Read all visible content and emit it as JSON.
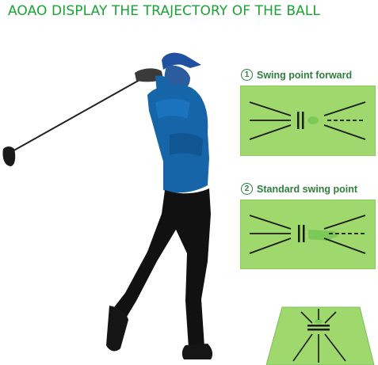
{
  "header": {
    "title": "AOAO DISPLAY THE TRAJECTORY OF THE BALL"
  },
  "panels": [
    {
      "number": "1",
      "label": "Swing point forward"
    },
    {
      "number": "2",
      "label": "Standard swing point"
    }
  ],
  "colors": {
    "title": "#19a334",
    "label": "#2e7f3c",
    "mat": "#9fd86c",
    "mat_border": "#7bbf57",
    "shirt": "#1565a8",
    "pants": "#111111",
    "line": "#1b1b1b"
  }
}
